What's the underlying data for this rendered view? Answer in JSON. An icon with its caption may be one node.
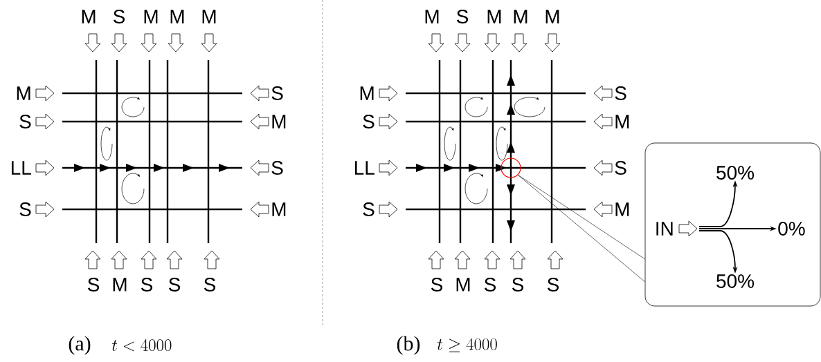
{
  "diagram": {
    "nodes": [
      {
        "text": [],
        "shape": "box"
      },
      {
        "text": [],
        "shape": "circle"
      },
      {
        "text": [
          "IN"
        ],
        "in": 0
      },
      {
        "text": [
          "50%"
        ],
        "in": 0
      },
      {
        "text": [
          "0%"
        ],
        "in": 0
      },
      {
        "text": [
          "50%"
        ],
        "in": 0
      }
    ],
    "edges": [
      {
        "from": 1,
        "to": 0,
        "arrow": "none"
      },
      {
        "from": 2,
        "to": 3,
        "arrow": "to"
      },
      {
        "from": 2,
        "to": 4,
        "arrow": "to"
      },
      {
        "from": 2,
        "to": 5,
        "arrow": "to"
      }
    ],
    "labels": [
      "M",
      "S",
      "M",
      "M",
      "M",
      "M",
      "S",
      "S",
      "M",
      "LL",
      "S",
      "S",
      "M",
      "S",
      "M",
      "S",
      "S",
      "S",
      "M",
      "S",
      "M",
      "M",
      "M",
      "M",
      "S",
      "S",
      "M",
      "LL",
      "S",
      "S",
      "M",
      "S",
      "M",
      "S",
      "S",
      "S",
      "(a)",
      "t < 4000",
      "(b)",
      "t \\geq 4000"
    ]
  }
}
